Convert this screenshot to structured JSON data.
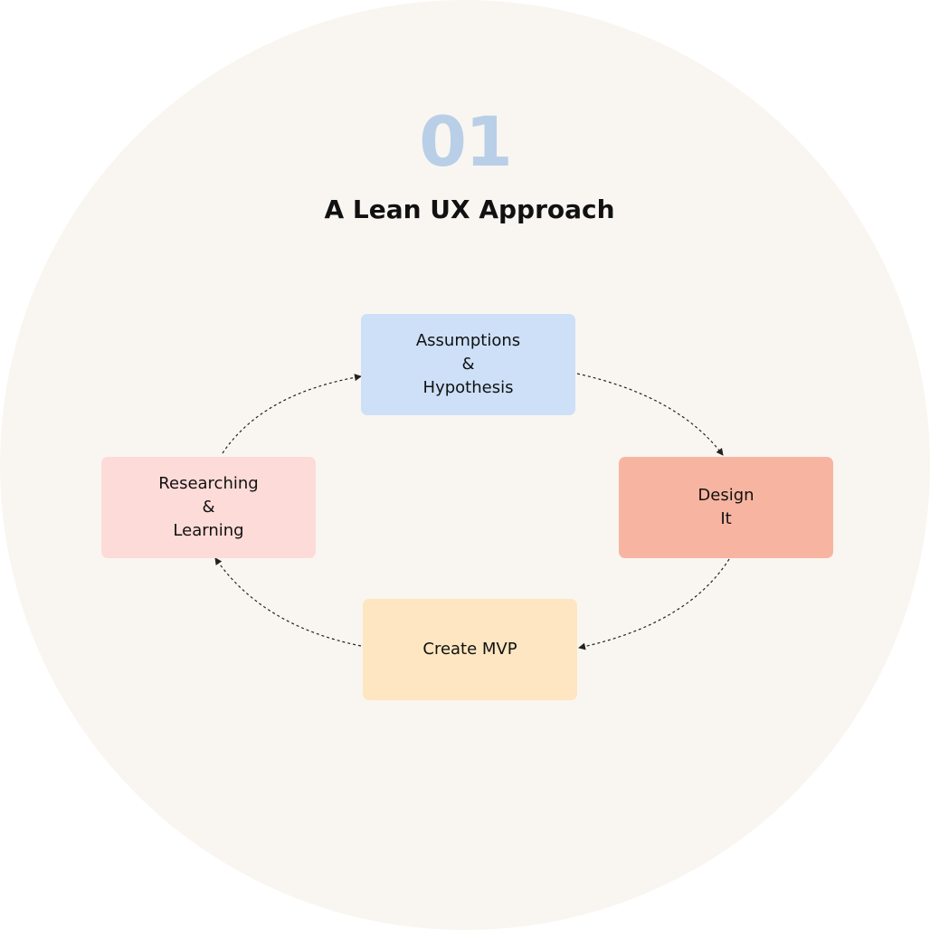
{
  "colors": {
    "background_circle": "#f9f6f1",
    "section_number": "#b9cfe8",
    "assumptions": "#cde0f8",
    "design": "#f7b5a1",
    "mvp": "#fde6c1",
    "research": "#fddbd8",
    "arrow": "#222222"
  },
  "header": {
    "number": "01",
    "title": "A Lean UX Approach"
  },
  "nodes": {
    "assumptions": {
      "line1": "Assumptions",
      "line2": "&",
      "line3": "Hypothesis"
    },
    "design": {
      "line1": "Design",
      "line2": "It"
    },
    "mvp": {
      "line1": "Create MVP"
    },
    "research": {
      "line1": "Researching",
      "line2": "&",
      "line3": "Learning"
    }
  },
  "flow": [
    {
      "from": "Assumptions & Hypothesis",
      "to": "Design It"
    },
    {
      "from": "Design It",
      "to": "Create MVP"
    },
    {
      "from": "Create MVP",
      "to": "Researching & Learning"
    },
    {
      "from": "Researching & Learning",
      "to": "Assumptions & Hypothesis"
    }
  ]
}
